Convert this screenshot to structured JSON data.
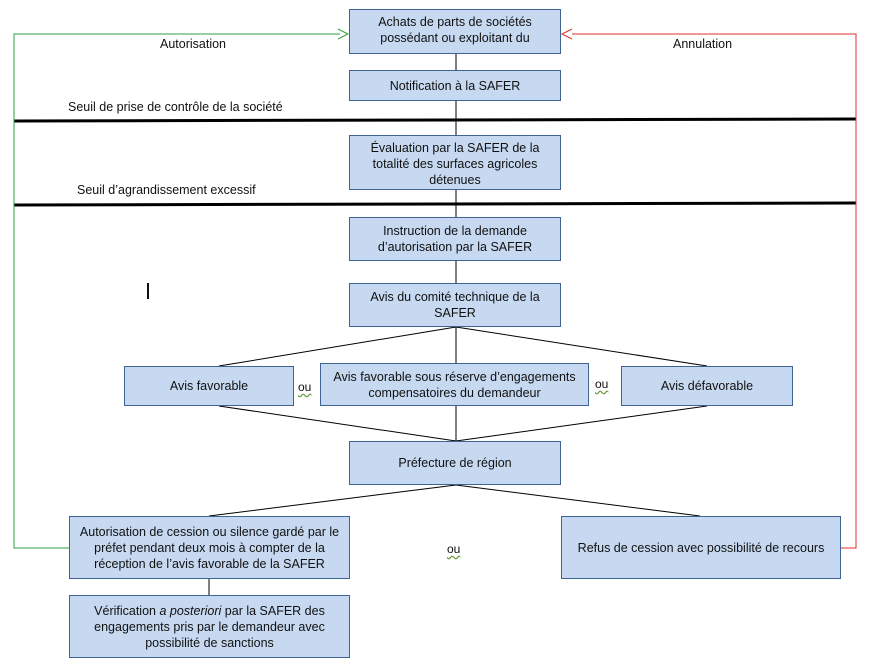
{
  "flow": {
    "achats": "Achats de parts de sociétés possédant ou exploitant du",
    "notification": "Notification à la SAFER",
    "evaluation": "Évaluation par la SAFER de la totalité des surfaces agricoles détenues",
    "instruction": "Instruction de la demande d’autorisation par la SAFER",
    "avis_comite": "Avis du comité technique de la SAFER",
    "avis_favorable": "Avis favorable",
    "avis_reserve": "Avis favorable sous réserve d’engagements compensatoires du demandeur",
    "avis_defavorable": "Avis défavorable",
    "prefecture": "Préfecture de région",
    "autorisation_cession": "Autorisation de cession ou silence gardé par le préfet pendant deux mois à compter de la réception de l’avis favorable de la SAFER",
    "refus_cession": "Refus de cession avec possibilité de recours",
    "verification_prefix": "Vérification ",
    "verification_italic": "a posteriori",
    "verification_suffix": " par la SAFER des engagements pris par le demandeur avec possibilité de sanctions"
  },
  "labels": {
    "autorisation": "Autorisation",
    "annulation": "Annulation",
    "seuil_controle": "Seuil de prise de contrôle de la société",
    "seuil_agrandissement": "Seuil d’agrandissement excessif",
    "ou": "ou"
  },
  "colors": {
    "box_fill": "#c6d9f1",
    "box_border": "#3f6394",
    "autorisation_line": "#2ea043",
    "annulation_line": "#e0302c",
    "threshold_line": "#000000"
  }
}
